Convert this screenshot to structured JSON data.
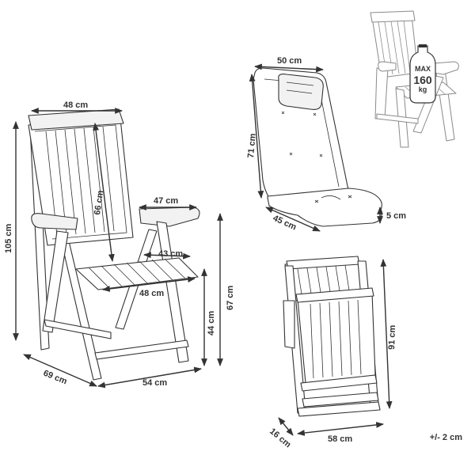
{
  "reclined_chair": {
    "dims": {
      "back_width": "48 cm",
      "total_height": "105 cm",
      "back_height": "66 cm",
      "armrest_length": "47 cm",
      "seat_depth": "43 cm",
      "seat_width": "48 cm",
      "armrest_height": "67 cm",
      "seat_height": "44 cm",
      "depth": "69 cm",
      "width": "54 cm"
    }
  },
  "cushion": {
    "dims": {
      "width": "50 cm",
      "length": "71 cm",
      "seat_width": "45 cm",
      "thickness": "5 cm"
    }
  },
  "load_badge": {
    "line1": "MAX",
    "line2": "160",
    "line3": "kg"
  },
  "folded_chair": {
    "dims": {
      "height": "91 cm",
      "thickness": "16 cm",
      "width": "58 cm"
    }
  },
  "tolerance": "+/- 2 cm"
}
